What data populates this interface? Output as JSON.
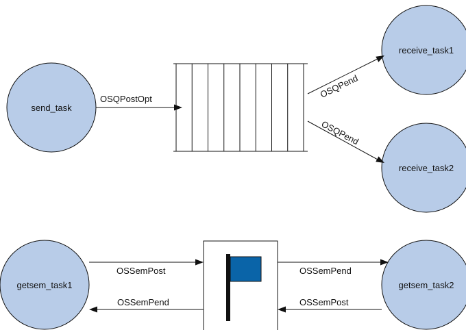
{
  "colors": {
    "node_fill": "#b8cce8",
    "stroke": "#111111",
    "flag": "#0a64a8"
  },
  "top_diagram": {
    "nodes": {
      "send_task": "send_task",
      "receive_task1": "receive_task1",
      "receive_task2": "receive_task2"
    },
    "queue_slots": 8,
    "edges": {
      "post": "OSQPostOpt",
      "pend_1": "OSQPend",
      "pend_2": "OSQPend"
    }
  },
  "bottom_diagram": {
    "nodes": {
      "getsem_task1": "getsem_task1",
      "getsem_task2": "getsem_task2"
    },
    "icon": "flag-icon",
    "edges": {
      "task1_post": "OSSemPost",
      "task1_pend": "OSSemPend",
      "task2_pend": "OSSemPend",
      "task2_post": "OSSemPost"
    }
  }
}
